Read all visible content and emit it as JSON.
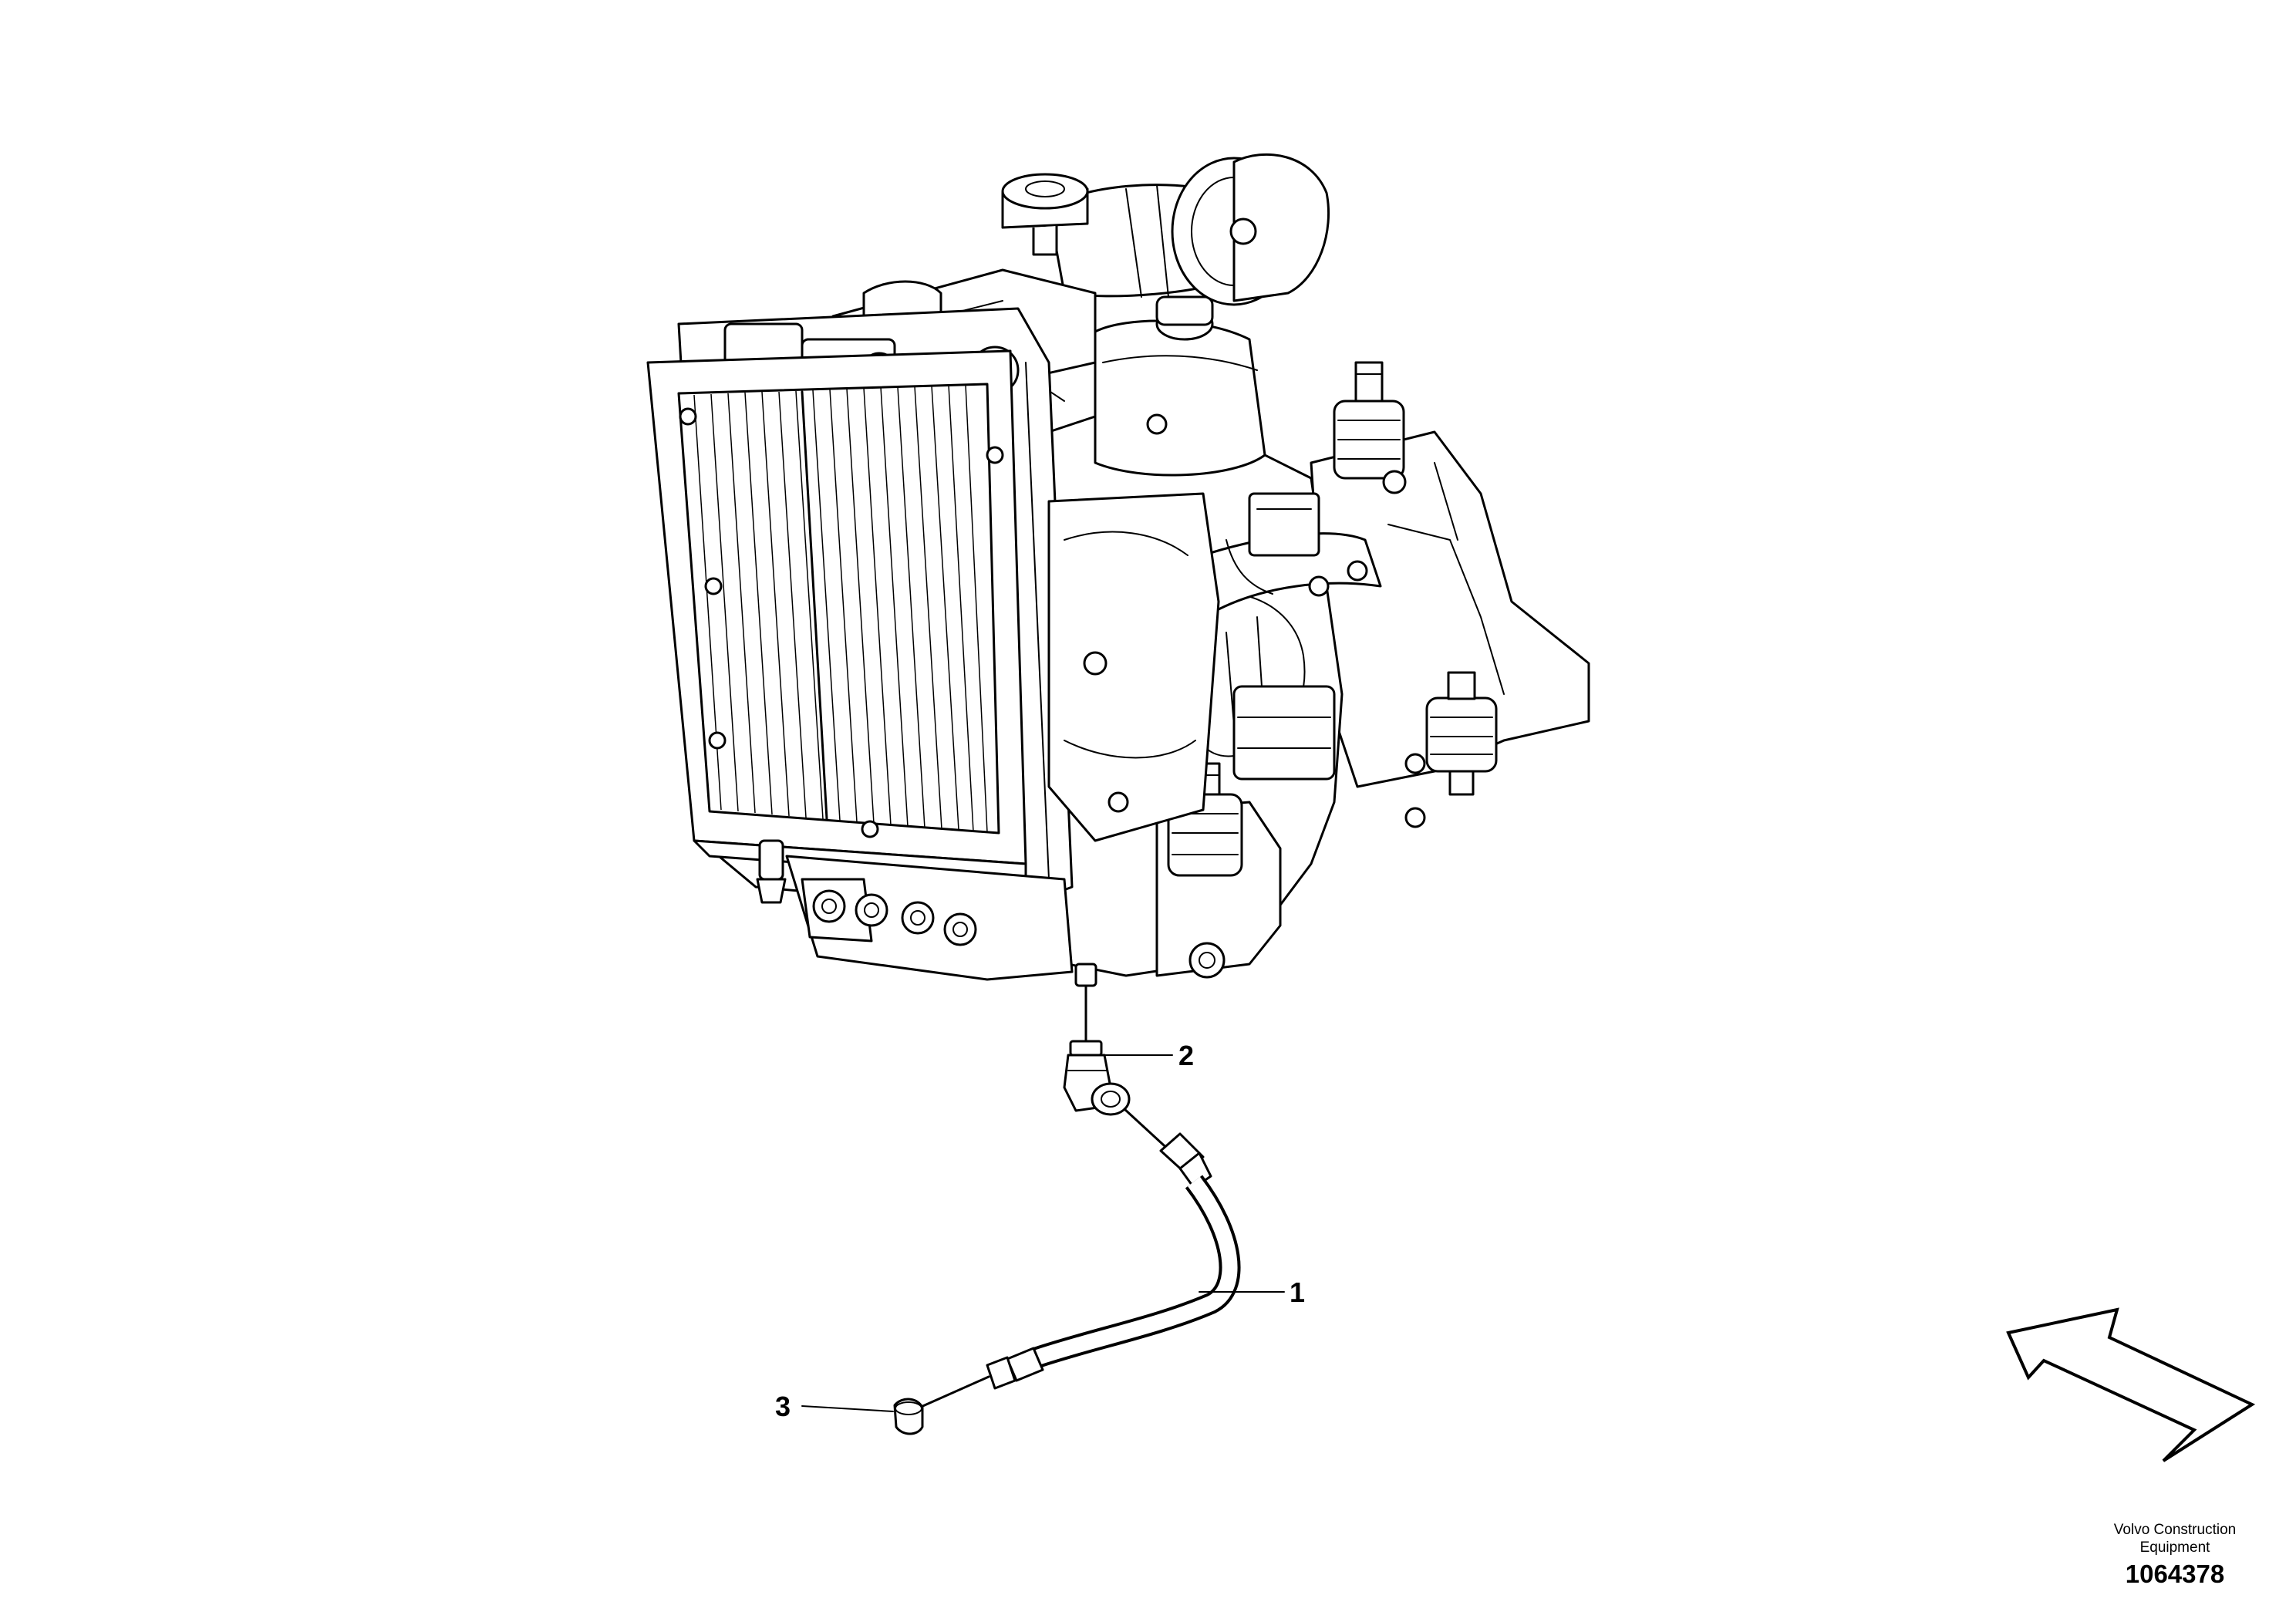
{
  "callouts": [
    {
      "number": "1"
    },
    {
      "number": "2"
    },
    {
      "number": "3"
    }
  ],
  "brand": {
    "line1": "Volvo Construction",
    "line2": "Equipment"
  },
  "document_number": "1064378"
}
